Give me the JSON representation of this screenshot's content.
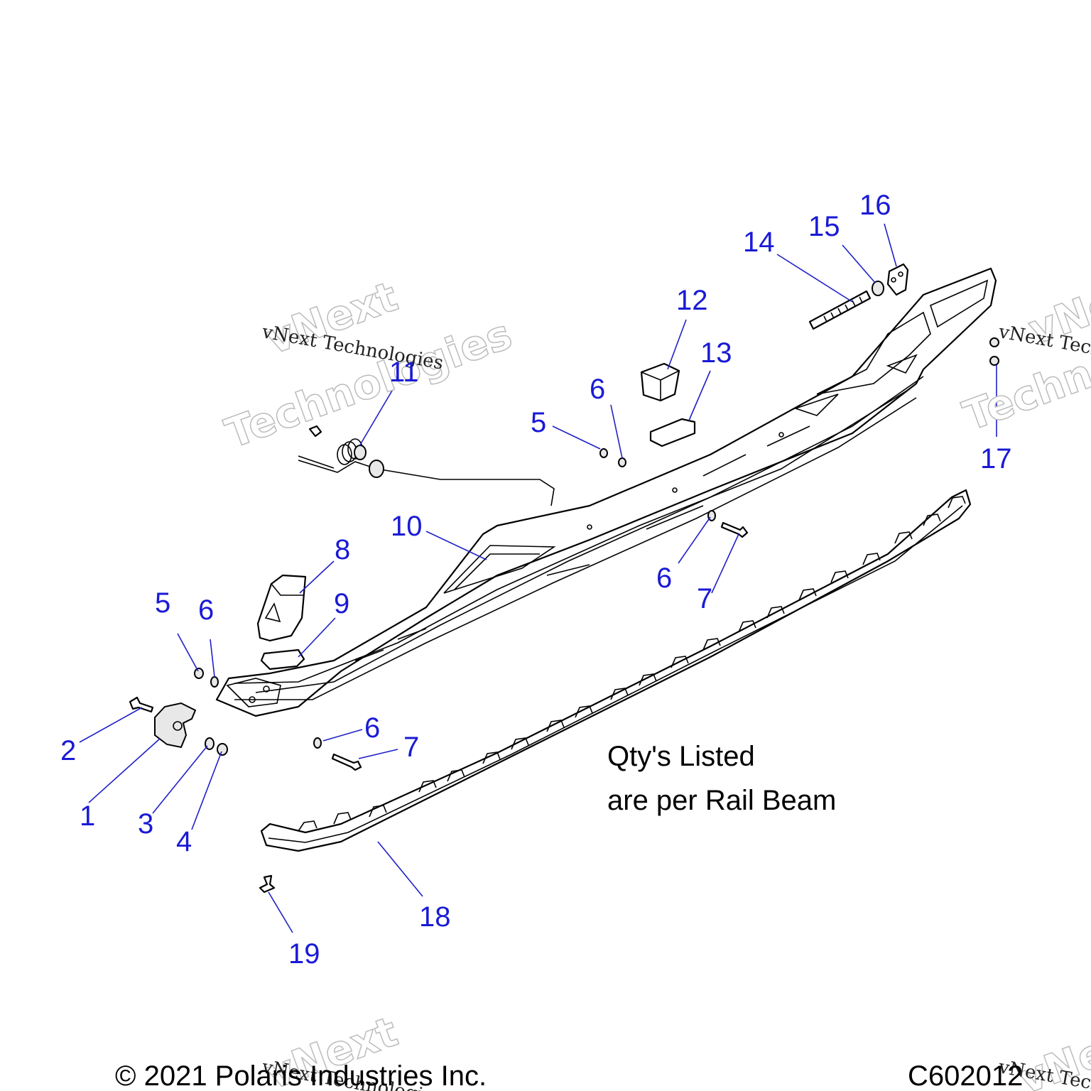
{
  "watermark": {
    "small_text": "vNext Technologies",
    "big_line1": "vNext",
    "big_line2": "Technologies"
  },
  "note": {
    "line1": "Qty's Listed",
    "line2": "are per Rail Beam"
  },
  "footer": {
    "copyright": "© 2021 Polaris Industries Inc.",
    "figure_code": "C602012"
  },
  "colors": {
    "callout": "#1a1ad6",
    "leader": "#2020c8",
    "outline": "#000000"
  },
  "callouts": [
    {
      "id": "c1",
      "label": "1"
    },
    {
      "id": "c2",
      "label": "2"
    },
    {
      "id": "c3",
      "label": "3"
    },
    {
      "id": "c4",
      "label": "4"
    },
    {
      "id": "c5a",
      "label": "5"
    },
    {
      "id": "c5b",
      "label": "5"
    },
    {
      "id": "c6a",
      "label": "6"
    },
    {
      "id": "c6b",
      "label": "6"
    },
    {
      "id": "c6c",
      "label": "6"
    },
    {
      "id": "c6d",
      "label": "6"
    },
    {
      "id": "c7a",
      "label": "7"
    },
    {
      "id": "c7b",
      "label": "7"
    },
    {
      "id": "c8",
      "label": "8"
    },
    {
      "id": "c9",
      "label": "9"
    },
    {
      "id": "c10",
      "label": "10"
    },
    {
      "id": "c11",
      "label": "11"
    },
    {
      "id": "c12",
      "label": "12"
    },
    {
      "id": "c13",
      "label": "13"
    },
    {
      "id": "c14",
      "label": "14"
    },
    {
      "id": "c15",
      "label": "15"
    },
    {
      "id": "c16",
      "label": "16"
    },
    {
      "id": "c17",
      "label": "17"
    },
    {
      "id": "c18",
      "label": "18"
    },
    {
      "id": "c19",
      "label": "19"
    }
  ]
}
